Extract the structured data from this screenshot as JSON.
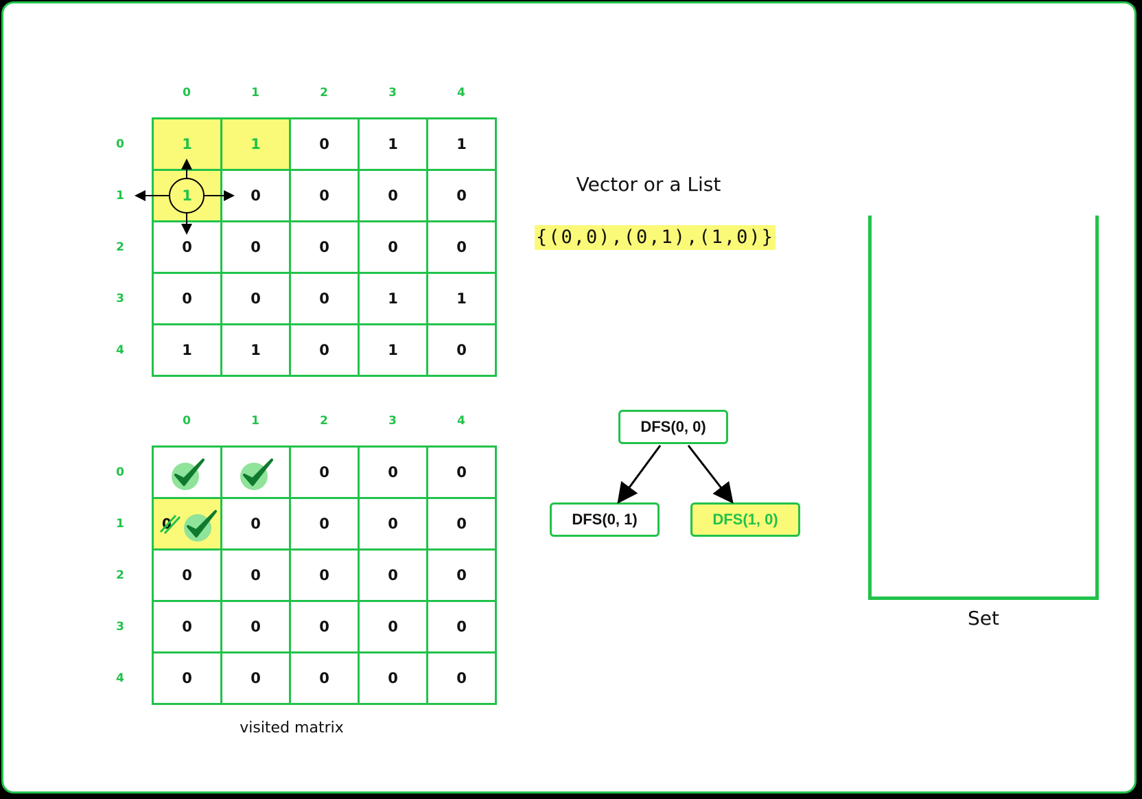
{
  "colors": {
    "accent": "#21c24a",
    "highlight": "#fafa78",
    "text": "#111111"
  },
  "col_indices": [
    "0",
    "1",
    "2",
    "3",
    "4"
  ],
  "row_indices": [
    "0",
    "1",
    "2",
    "3",
    "4"
  ],
  "grid": {
    "values": [
      [
        "1",
        "1",
        "0",
        "1",
        "1"
      ],
      [
        "1",
        "0",
        "0",
        "0",
        "0"
      ],
      [
        "0",
        "0",
        "0",
        "0",
        "0"
      ],
      [
        "0",
        "0",
        "0",
        "1",
        "1"
      ],
      [
        "1",
        "1",
        "0",
        "1",
        "0"
      ]
    ],
    "highlighted_cells": [
      [
        0,
        0
      ],
      [
        0,
        1
      ],
      [
        1,
        0
      ]
    ],
    "current_cell": [
      1,
      0
    ],
    "direction_arrows": [
      "up",
      "down",
      "left",
      "right"
    ]
  },
  "visited": {
    "values": [
      [
        "",
        "",
        "0",
        "0",
        "0"
      ],
      [
        "",
        "0",
        "0",
        "0",
        "0"
      ],
      [
        "0",
        "0",
        "0",
        "0",
        "0"
      ],
      [
        "0",
        "0",
        "0",
        "0",
        "0"
      ],
      [
        "0",
        "0",
        "0",
        "0",
        "0"
      ]
    ],
    "checked_cells": [
      [
        0,
        0
      ],
      [
        0,
        1
      ],
      [
        1,
        0
      ]
    ],
    "crossed_out_cell": {
      "row": 1,
      "col": 0,
      "value": "0"
    },
    "highlighted_cells": [
      [
        1,
        0
      ]
    ],
    "caption": "visited matrix"
  },
  "vector": {
    "label": "Vector or a List",
    "content": "{(0,0),(0,1),(1,0)}"
  },
  "dfs_tree": {
    "root": "DFS(0, 0)",
    "children": [
      {
        "label": "DFS(0, 1)",
        "highlighted": false
      },
      {
        "label": "DFS(1, 0)",
        "highlighted": true
      }
    ]
  },
  "set": {
    "label": "Set"
  }
}
